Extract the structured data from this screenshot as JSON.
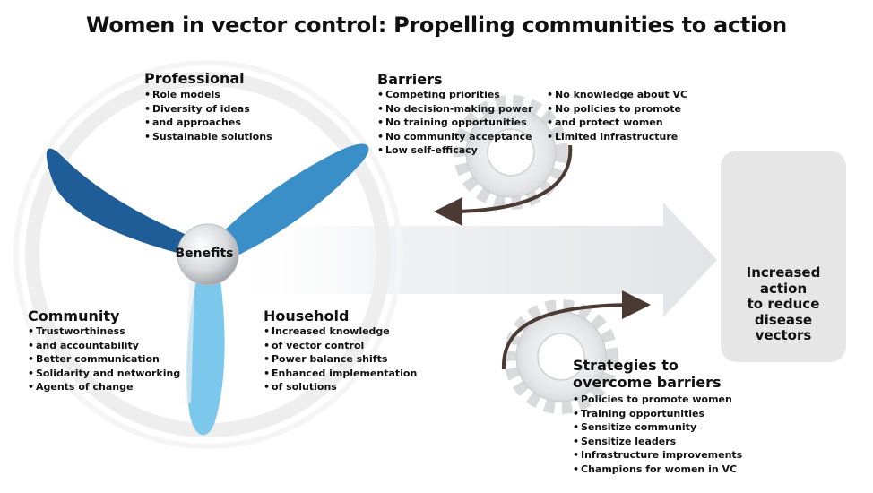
{
  "title": "Women in vector control: Propelling communities to action",
  "benefits_label": "Benefits",
  "professional": {
    "heading": "Professional",
    "items": [
      "Role models",
      "Diversity of ideas",
      "and approaches",
      "Sustainable solutions"
    ]
  },
  "community": {
    "heading": "Community",
    "items": [
      "Trustworthiness",
      "and accountability",
      "Better communication",
      "Solidarity and networking",
      "Agents of change"
    ]
  },
  "household": {
    "heading": "Household",
    "items": [
      "Increased knowledge",
      "of vector control",
      "Power balance shifts",
      "Enhanced implementation",
      "of solutions"
    ]
  },
  "barriers": {
    "heading": "Barriers",
    "left_items": [
      "Competing priorities",
      "No decision-making power",
      "No training opportunities",
      "No community acceptance",
      "Low self-efficacy"
    ],
    "right_items": [
      "No knowledge about VC",
      "No policies to promote",
      "and protect women",
      "Limited infrastructure"
    ]
  },
  "strategies": {
    "heading_line1": "Strategies to",
    "heading_line2": "overcome barriers",
    "items": [
      "Policies to promote women",
      "Training opportunities",
      "Sensitize community",
      "Sensitize leaders",
      "Infrastructure improvements",
      "Champions for women in VC"
    ]
  },
  "result": {
    "lines": [
      "Increased",
      "action",
      "to reduce",
      "disease",
      "vectors"
    ]
  },
  "icons": {
    "propeller": "propeller-icon",
    "gears": "gear-icon",
    "no_mosquito": "no-mosquito-icon"
  },
  "colors": {
    "blade_dark": "#1f5d98",
    "blade_mid": "#3a8fc8",
    "blade_light": "#7cc8ec",
    "ban_ring": "#1f4e86",
    "ban_fill": "#f3c671",
    "arrow_dark": "#4a3a33",
    "result_bg": "#e6e6e6"
  }
}
